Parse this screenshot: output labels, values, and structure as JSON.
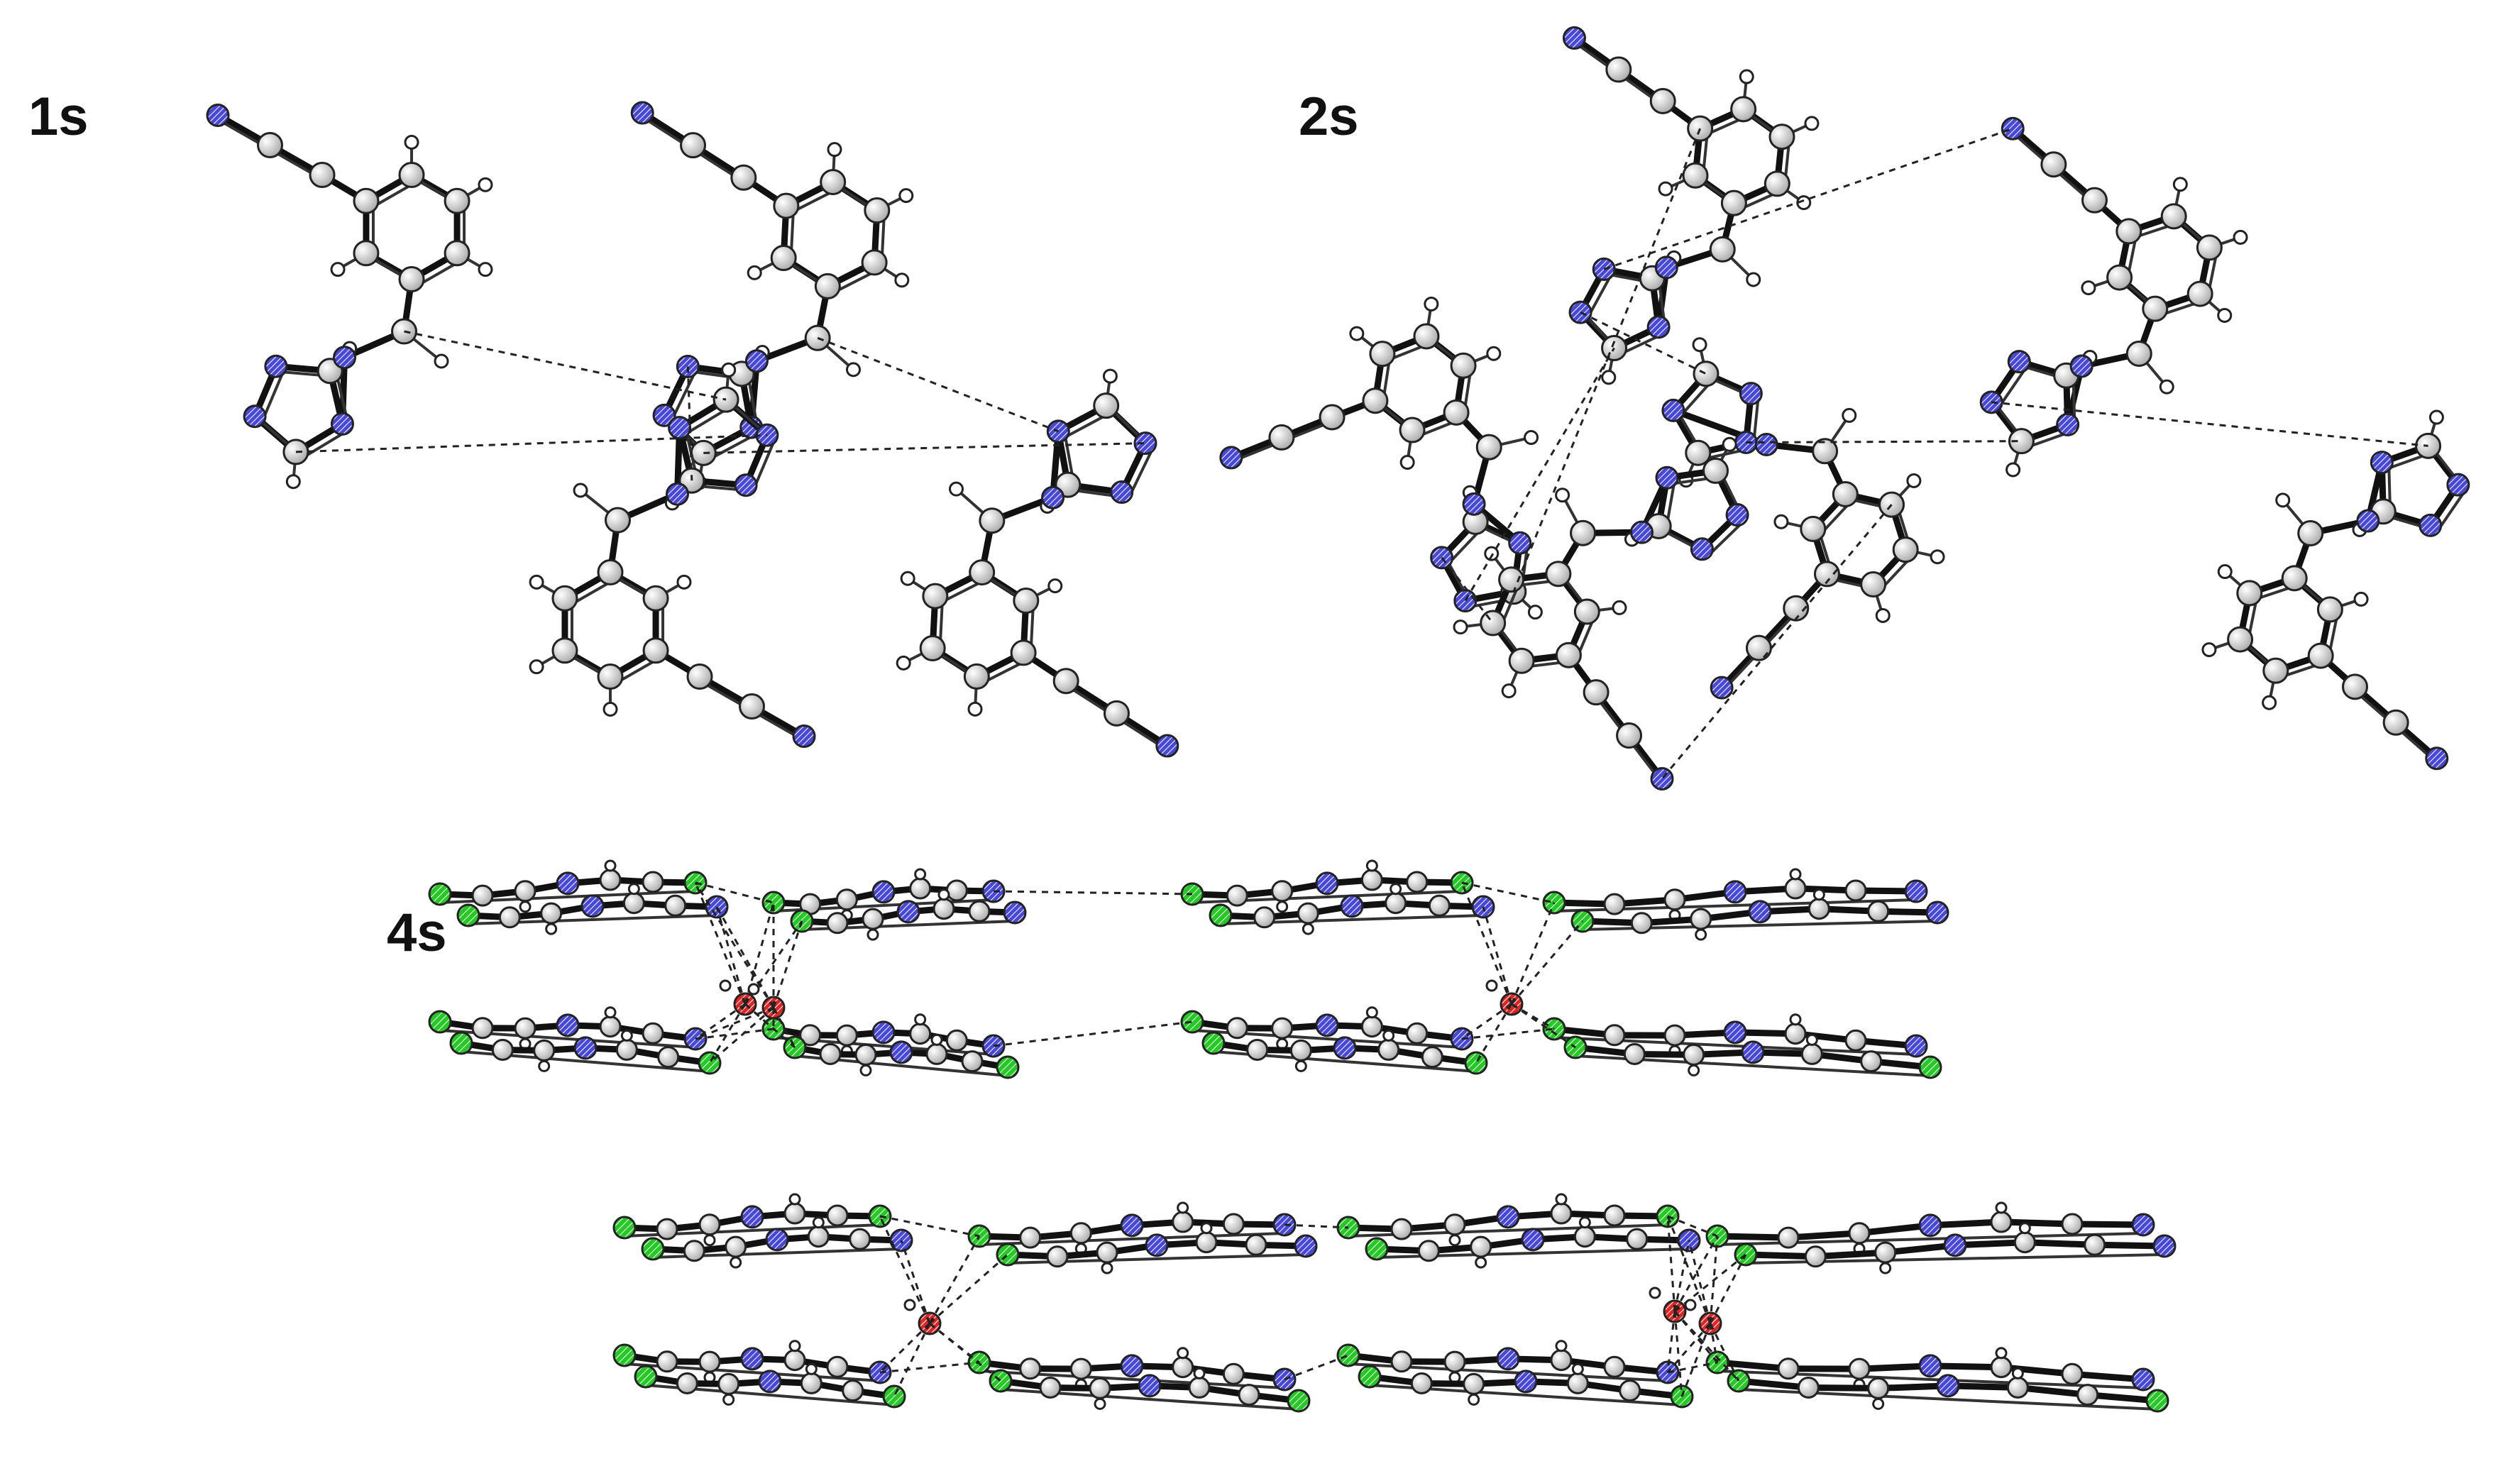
{
  "figure": {
    "panels": [
      {
        "id": "1s",
        "label": "1s"
      },
      {
        "id": "2s",
        "label": "2s"
      },
      {
        "id": "4s",
        "label": "4s"
      }
    ]
  },
  "atom_colors": {
    "carbon": "#d6d6d6",
    "hydrogen": "#ffffff",
    "nitrogen": "#4848d8",
    "chlorine": "#26c826",
    "oxygen": "#e02424",
    "bond": "#111111"
  },
  "legend_icons": [
    "carbon-atom-icon",
    "hydrogen-atom-icon",
    "nitrogen-atom-icon",
    "chlorine-atom-icon",
    "oxygen-atom-icon"
  ]
}
